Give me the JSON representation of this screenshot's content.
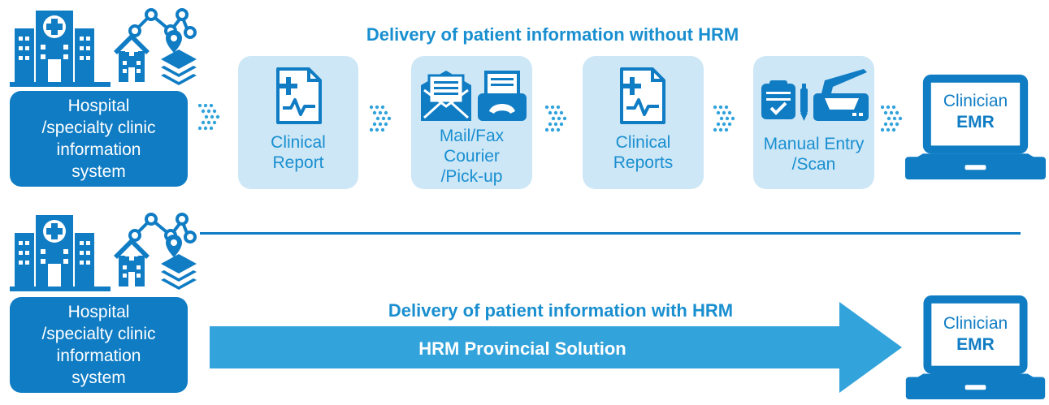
{
  "top_title": "Delivery of patient information without HRM",
  "bottom_title": "Delivery of patient information with HRM",
  "source_system": {
    "line1": "Hospital",
    "line2": "/specialty clinic",
    "line3": "information",
    "line4": "system"
  },
  "steps": [
    {
      "line1": "Clinical",
      "line2": "Report",
      "line3": ""
    },
    {
      "line1": "Mail/Fax",
      "line2": "Courier",
      "line3": "/Pick-up"
    },
    {
      "line1": "Clinical",
      "line2": "Reports",
      "line3": ""
    },
    {
      "line1": "Manual Entry",
      "line2": "/Scan",
      "line3": ""
    }
  ],
  "destination": {
    "line1": "Clinician",
    "line2": "EMR"
  },
  "hrm_solution": "HRM Provincial Solution",
  "colors": {
    "dark_blue": "#0f7cc4",
    "mid_blue": "#33a3db",
    "light_blue": "#cde7f6",
    "title_blue": "#1a8fd0"
  },
  "icons": [
    "hospital-building-icon",
    "network-nodes-icon",
    "small-hospital-icon",
    "map-layers-icon",
    "clinical-report-icon",
    "mail-envelope-icon",
    "fax-machine-icon",
    "clipboard-icon",
    "pen-icon",
    "scanner-icon",
    "laptop-icon",
    "dotted-chevron-icon"
  ]
}
